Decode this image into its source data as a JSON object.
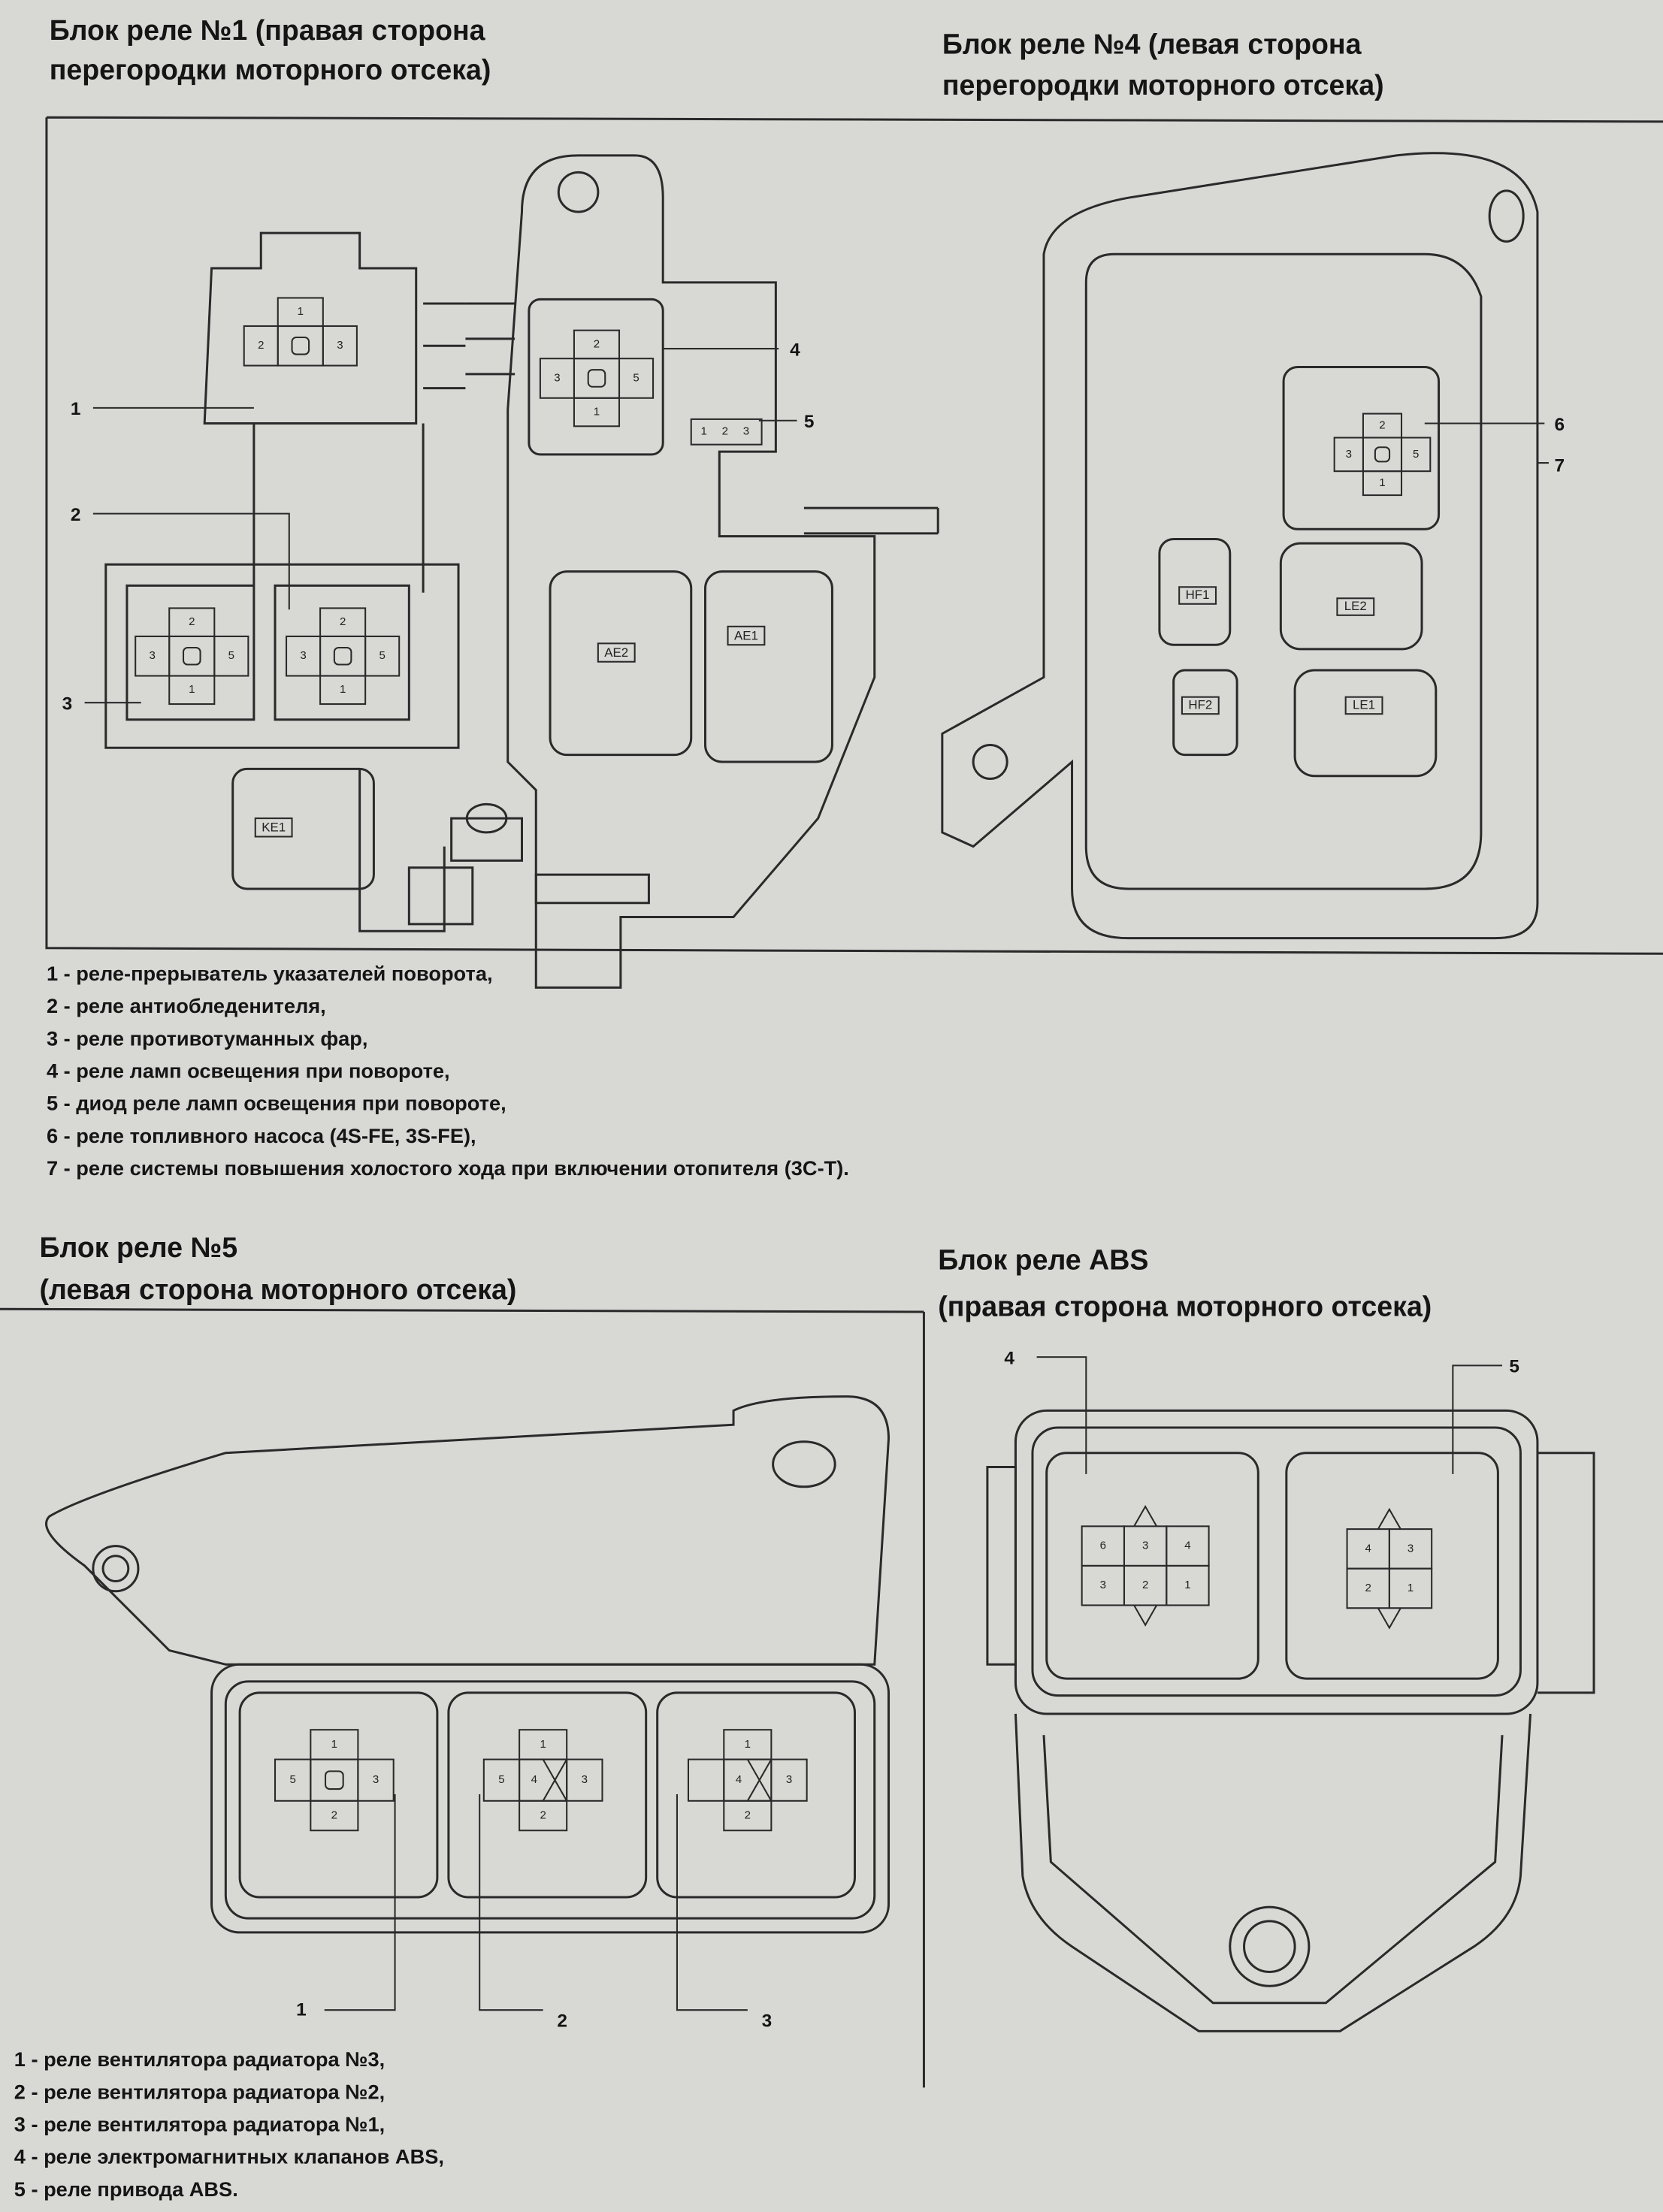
{
  "block1": {
    "title": [
      "Блок реле №1 (правая сторона",
      "перегородки моторного отсека)"
    ],
    "callouts": [
      "1",
      "2",
      "3",
      "4",
      "5"
    ],
    "relays": [
      {
        "top": "1",
        "left": "2",
        "right": "3"
      },
      {
        "top": "2",
        "left": "3",
        "right": "5",
        "bottom": "1"
      },
      {
        "top": "2",
        "left": "3",
        "right": "5",
        "bottom": "1"
      },
      {
        "top": "2",
        "left": "3",
        "right": "5",
        "bottom": "1"
      }
    ],
    "diode_pins": [
      "1",
      "2",
      "3"
    ],
    "connectors": [
      "AE2",
      "AE1",
      "KE1"
    ]
  },
  "block4": {
    "title": [
      "Блок реле №4 (левая сторона",
      "перегородки моторного отсека)"
    ],
    "callouts": [
      "6",
      "7"
    ],
    "relay": {
      "top": "2",
      "left": "3",
      "right": "5",
      "bottom": "1"
    },
    "connectors": [
      "HF1",
      "HF2",
      "LE2",
      "LE1"
    ]
  },
  "legend1": [
    "1 - реле-прерыватель указателей поворота,",
    "2 - реле антиобледенителя,",
    "3 - реле противотуманных фар,",
    "4 - реле ламп освещения при повороте,",
    "5 - диод реле ламп освещения при повороте,",
    "6 - реле топливного насоса (4S-FE, 3S-FE),",
    "7 - реле системы повышения холостого хода при включении отопителя (3С-Т)."
  ],
  "block5": {
    "title": [
      "Блок реле №5",
      "(левая сторона моторного отсека)"
    ],
    "callouts": [
      "1",
      "2",
      "3"
    ],
    "relays": [
      {
        "top": "1",
        "left": "5",
        "right": "3",
        "bottom": "2"
      },
      {
        "top": "1",
        "left": "5",
        "right": "3",
        "bottom": "2",
        "center": "4"
      },
      {
        "top": "1",
        "left": "",
        "right": "3",
        "bottom": "2",
        "center": "4"
      }
    ]
  },
  "abs": {
    "title": [
      "Блок реле ABS",
      "(правая сторона моторного отсека)"
    ],
    "callouts": [
      "4",
      "5"
    ],
    "relay4_pins": [
      "6",
      "3",
      "4",
      "3",
      "2",
      "1"
    ],
    "relay5_pins": [
      "4",
      "3",
      "2",
      "1"
    ]
  },
  "legend2": [
    "1 - реле вентилятора радиатора №3,",
    "2 - реле вентилятора радиатора №2,",
    "3 - реле вентилятора радиатора №1,",
    "4 - реле электромагнитных клапанов ABS,",
    "5 - реле привода ABS."
  ]
}
